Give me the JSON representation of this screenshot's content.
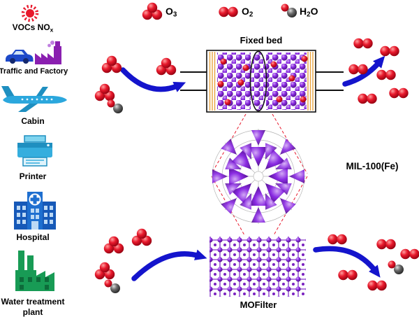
{
  "legend": {
    "items": [
      {
        "icon": "o3-molecule",
        "p1": "O",
        "sub": "3",
        "p2": ""
      },
      {
        "icon": "o2-molecule",
        "p1": "O",
        "sub": "2",
        "p2": ""
      },
      {
        "icon": "h2o-molecule",
        "p1": "H",
        "sub": "2",
        "p2": "O"
      }
    ]
  },
  "sources": {
    "items": [
      {
        "icon": "sun-icon",
        "p1": "VOCs NO",
        "sub": "x",
        "p2": ""
      },
      {
        "icon": "car-and-factory-icon",
        "p1": "Traffic and Factory",
        "sub": "",
        "p2": ""
      },
      {
        "icon": "airplane-icon",
        "p1": "Cabin",
        "sub": "",
        "p2": ""
      },
      {
        "icon": "printer-icon",
        "p1": "Printer",
        "sub": "",
        "p2": ""
      },
      {
        "icon": "hospital-icon",
        "p1": "Hospital",
        "sub": "",
        "p2": ""
      },
      {
        "icon": "water-treatment-plant-icon",
        "p1": "Water treatment plant",
        "sub": "",
        "p2": ""
      }
    ]
  },
  "diagram": {
    "fixed_bed_label": "Fixed bed",
    "mof_label": "MIL-100(Fe)",
    "mofilter_label": "MOFilter"
  },
  "colors": {
    "ozone_red": "#e8192c",
    "mof_purple": "#8a2be2",
    "arrow_blue": "#1414cc",
    "water_gray": "#555555",
    "hatch_orange": "#e8a23c"
  }
}
